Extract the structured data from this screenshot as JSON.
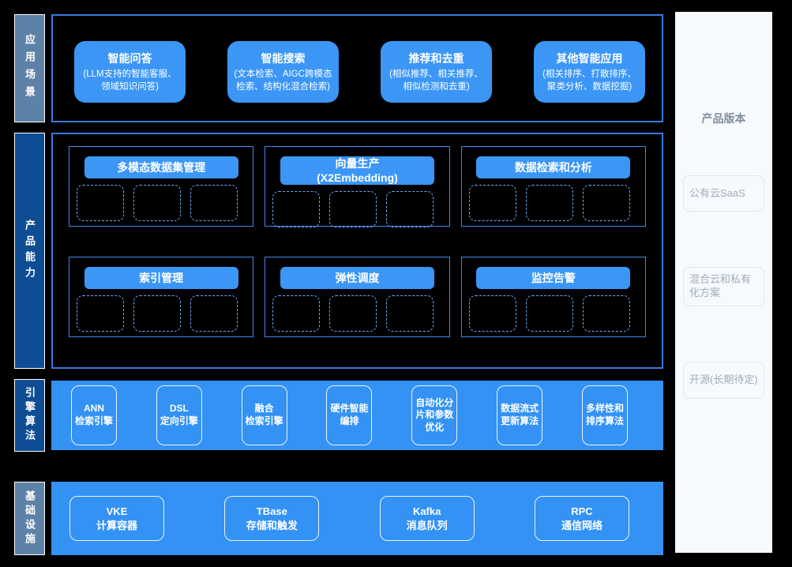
{
  "sections": {
    "application": {
      "label": "应用场景",
      "boxes": [
        {
          "title": "智能问答",
          "desc": "(LLM支持的智能客服、\n领域知识问答)"
        },
        {
          "title": "智能搜索",
          "desc": "(文本检索、AIGC跨模态\n检索、结构化混合检索)"
        },
        {
          "title": "推荐和去重",
          "desc": "(相似推荐、相关推荐、\n相似检测和去重)"
        },
        {
          "title": "其他智能应用",
          "desc": "(相关排序、打散排序、\n聚类分析、数据挖掘)"
        }
      ]
    },
    "product": {
      "label": "产品能力",
      "groups": [
        {
          "title": "多模态数据集管理"
        },
        {
          "title": "向量生产\n(X2Embedding)"
        },
        {
          "title": "数据检索和分析"
        },
        {
          "title": "索引管理"
        },
        {
          "title": "弹性调度"
        },
        {
          "title": "监控告警"
        }
      ],
      "placeholder_slots_per_group": 3
    },
    "engine": {
      "label": "引擎算法",
      "boxes": [
        "ANN\n检索引擎",
        "DSL\n定向引擎",
        "融合\n检索引擎",
        "硬件智能\n编排",
        "自动化分\n片和参数\n优化",
        "数据流式\n更新算法",
        "多样性和\n排序算法"
      ]
    },
    "infrastructure": {
      "label": "基础设施",
      "boxes": [
        "VKE\n计算容器",
        "TBase\n存储和触发",
        "Kafka\n消息队列",
        "RPC\n通信网络"
      ]
    }
  },
  "versions": {
    "title": "产品版本",
    "items": [
      "公有云SaaS",
      "混合云和私有化方案",
      "开源(长期待定)"
    ]
  },
  "colors": {
    "background": "#000000",
    "bright_blue": "#3B96F6",
    "band_blue": "#3392F4",
    "section_border": "#3B79DF",
    "group_border": "#3F86EC",
    "dashed_border": "#6FA9F3",
    "label_dark_blue": "#0E4D93",
    "label_steel_blue": "#5E81A7",
    "panel_bg": "#F7FAFD",
    "version_box_border": "#DCE6F1",
    "version_text": "#9FACBC"
  }
}
